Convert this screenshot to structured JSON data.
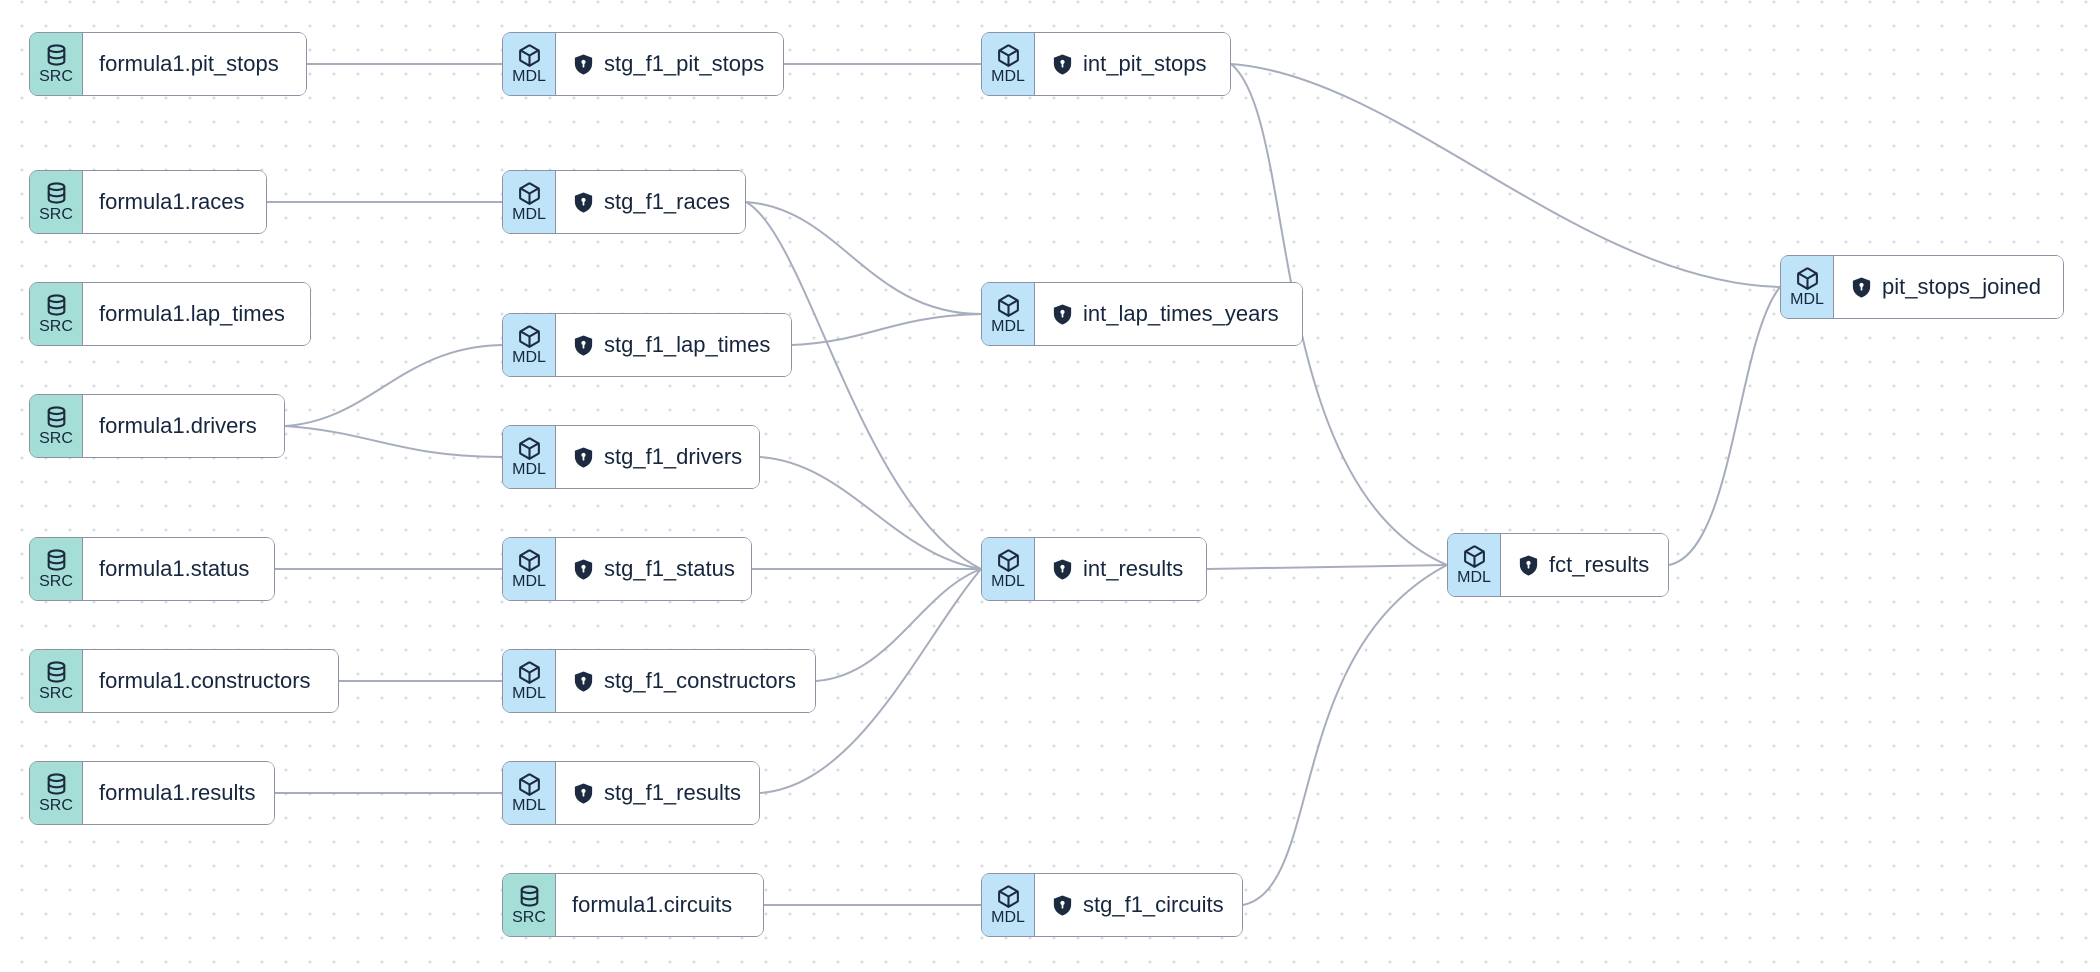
{
  "app": {
    "view": "lineage-graph",
    "description": "dbt lineage DAG of formula1 sources, staging, intermediate and fact models"
  },
  "colors": {
    "canvas_background": "#ffffff",
    "dot_grid": "#d8dadf",
    "node_border": "#8b93a4",
    "node_text": "#16263e",
    "source_badge_background": "#a5ded6",
    "model_badge_background": "#bfe4fa",
    "edge_stroke": "#a6adbd",
    "shield_fill": "#1d2b40"
  },
  "badges": {
    "source_label": "SRC",
    "model_label": "MDL",
    "source_icon": "database-icon",
    "model_icon": "cube-icon",
    "contract_icon": "shield-icon"
  },
  "nodes": [
    {
      "id": "source.formula1.pit_stops",
      "type": "source",
      "badge": "SRC",
      "icon": "database-icon",
      "label": "formula1.pit_stops"
    },
    {
      "id": "stg_f1_pit_stops",
      "type": "model",
      "badge": "MDL",
      "icon": "cube-icon",
      "contract_icon": "shield-icon",
      "label": "stg_f1_pit_stops"
    },
    {
      "id": "int_pit_stops",
      "type": "model",
      "badge": "MDL",
      "icon": "cube-icon",
      "contract_icon": "shield-icon",
      "label": "int_pit_stops"
    },
    {
      "id": "source.formula1.races",
      "type": "source",
      "badge": "SRC",
      "icon": "database-icon",
      "label": "formula1.races"
    },
    {
      "id": "stg_f1_races",
      "type": "model",
      "badge": "MDL",
      "icon": "cube-icon",
      "contract_icon": "shield-icon",
      "label": "stg_f1_races"
    },
    {
      "id": "source.formula1.lap_times",
      "type": "source",
      "badge": "SRC",
      "icon": "database-icon",
      "label": "formula1.lap_times"
    },
    {
      "id": "stg_f1_lap_times",
      "type": "model",
      "badge": "MDL",
      "icon": "cube-icon",
      "contract_icon": "shield-icon",
      "label": "stg_f1_lap_times"
    },
    {
      "id": "int_lap_times_years",
      "type": "model",
      "badge": "MDL",
      "icon": "cube-icon",
      "contract_icon": "shield-icon",
      "label": "int_lap_times_years"
    },
    {
      "id": "source.formula1.drivers",
      "type": "source",
      "badge": "SRC",
      "icon": "database-icon",
      "label": "formula1.drivers"
    },
    {
      "id": "stg_f1_drivers",
      "type": "model",
      "badge": "MDL",
      "icon": "cube-icon",
      "contract_icon": "shield-icon",
      "label": "stg_f1_drivers"
    },
    {
      "id": "source.formula1.status",
      "type": "source",
      "badge": "SRC",
      "icon": "database-icon",
      "label": "formula1.status"
    },
    {
      "id": "stg_f1_status",
      "type": "model",
      "badge": "MDL",
      "icon": "cube-icon",
      "contract_icon": "shield-icon",
      "label": "stg_f1_status"
    },
    {
      "id": "int_results",
      "type": "model",
      "badge": "MDL",
      "icon": "cube-icon",
      "contract_icon": "shield-icon",
      "label": "int_results"
    },
    {
      "id": "fct_results",
      "type": "model",
      "badge": "MDL",
      "icon": "cube-icon",
      "contract_icon": "shield-icon",
      "label": "fct_results"
    },
    {
      "id": "pit_stops_joined",
      "type": "model",
      "badge": "MDL",
      "icon": "cube-icon",
      "contract_icon": "shield-icon",
      "label": "pit_stops_joined"
    },
    {
      "id": "source.formula1.constructors",
      "type": "source",
      "badge": "SRC",
      "icon": "database-icon",
      "label": "formula1.constructors"
    },
    {
      "id": "stg_f1_constructors",
      "type": "model",
      "badge": "MDL",
      "icon": "cube-icon",
      "contract_icon": "shield-icon",
      "label": "stg_f1_constructors"
    },
    {
      "id": "source.formula1.results",
      "type": "source",
      "badge": "SRC",
      "icon": "database-icon",
      "label": "formula1.results"
    },
    {
      "id": "stg_f1_results",
      "type": "model",
      "badge": "MDL",
      "icon": "cube-icon",
      "contract_icon": "shield-icon",
      "label": "stg_f1_results"
    },
    {
      "id": "source.formula1.circuits",
      "type": "source",
      "badge": "SRC",
      "icon": "database-icon",
      "label": "formula1.circuits"
    },
    {
      "id": "stg_f1_circuits",
      "type": "model",
      "badge": "MDL",
      "icon": "cube-icon",
      "contract_icon": "shield-icon",
      "label": "stg_f1_circuits"
    }
  ],
  "edges": [
    {
      "from": "source.formula1.pit_stops",
      "to": "stg_f1_pit_stops"
    },
    {
      "from": "stg_f1_pit_stops",
      "to": "int_pit_stops"
    },
    {
      "from": "int_pit_stops",
      "to": "pit_stops_joined"
    },
    {
      "from": "int_pit_stops",
      "to": "fct_results"
    },
    {
      "from": "source.formula1.races",
      "to": "stg_f1_races"
    },
    {
      "from": "stg_f1_races",
      "to": "int_lap_times_years"
    },
    {
      "from": "stg_f1_races",
      "to": "int_results"
    },
    {
      "from": "source.formula1.drivers",
      "to": "stg_f1_lap_times"
    },
    {
      "from": "source.formula1.drivers",
      "to": "stg_f1_drivers"
    },
    {
      "from": "stg_f1_lap_times",
      "to": "int_lap_times_years"
    },
    {
      "from": "stg_f1_drivers",
      "to": "int_results"
    },
    {
      "from": "source.formula1.status",
      "to": "stg_f1_status"
    },
    {
      "from": "stg_f1_status",
      "to": "int_results"
    },
    {
      "from": "source.formula1.constructors",
      "to": "stg_f1_constructors"
    },
    {
      "from": "stg_f1_constructors",
      "to": "int_results"
    },
    {
      "from": "source.formula1.results",
      "to": "stg_f1_results"
    },
    {
      "from": "stg_f1_results",
      "to": "int_results"
    },
    {
      "from": "source.formula1.circuits",
      "to": "stg_f1_circuits"
    },
    {
      "from": "stg_f1_circuits",
      "to": "fct_results"
    },
    {
      "from": "int_results",
      "to": "fct_results"
    },
    {
      "from": "fct_results",
      "to": "pit_stops_joined"
    }
  ]
}
